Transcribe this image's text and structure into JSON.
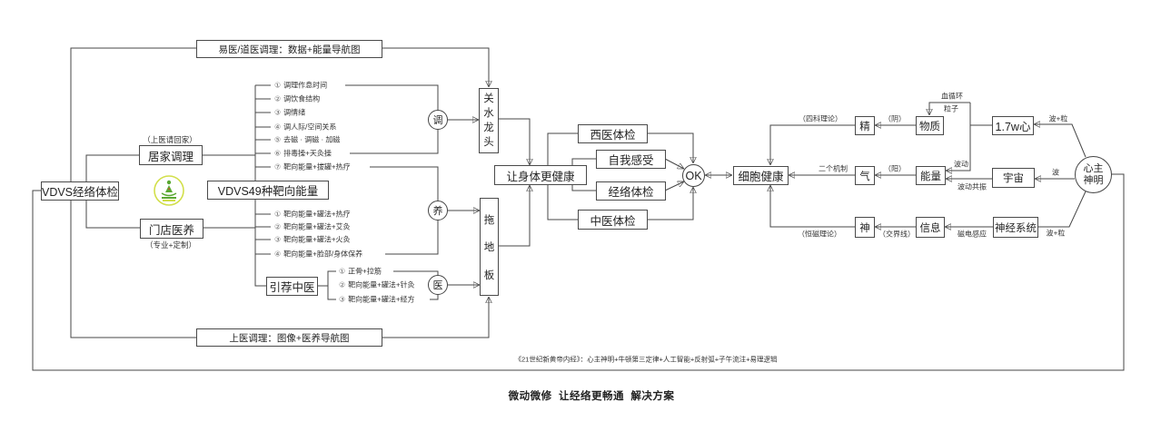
{
  "title": "微动微修  让经络更畅通  解决方案",
  "caption": "《21世纪新黄帝内经》：心主神明+牛顿第三定律+人工智能+反射弧+子午流注+易理逻辑",
  "colors": {
    "line": "#474747",
    "text": "#222222",
    "logo_ring": "#d2df4a",
    "logo_figure": "#5aa832"
  },
  "left": {
    "top_nav": "易医/道医调理：数据+能量导航图",
    "bottom_nav": "上医调理：图像+医养导航图",
    "vdvs_check": "VDVS经络体检",
    "home_care": {
      "label": "居家调理",
      "note": "（上医请回家）"
    },
    "store_care": {
      "label": "门店医养",
      "note": "（专业+定制）"
    },
    "logo_icon": "meditation-figure-logo",
    "vdvs49": "VDVS49种靶向能量",
    "referral": "引荐中医",
    "upper_items": [
      {
        "num": "①",
        "text": "调理作息时间"
      },
      {
        "num": "②",
        "text": "调饮食结构"
      },
      {
        "num": "③",
        "text": "调情绪"
      },
      {
        "num": "④",
        "text": "调人际/空间关系"
      },
      {
        "num": "⑤",
        "text": "去磁 · 调磁 · 加磁"
      },
      {
        "num": "⑥",
        "text": "排毒操+天灸操"
      },
      {
        "num": "⑦",
        "text": "靶向能量+拔罐+热疗"
      }
    ],
    "lower_items": [
      {
        "num": "①",
        "text": "靶向能量+罐法+热疗"
      },
      {
        "num": "②",
        "text": "靶向能量+罐法+艾灸"
      },
      {
        "num": "③",
        "text": "靶向能量+罐法+火灸"
      },
      {
        "num": "④",
        "text": "靶向能量+脸部/身体保养"
      }
    ],
    "tcm_items": [
      {
        "num": "①",
        "text": "正骨+拉筋"
      },
      {
        "num": "②",
        "text": "靶向能量+罐法+针灸"
      },
      {
        "num": "③",
        "text": "靶向能量+罐法+经方"
      }
    ],
    "hub_adjust": "调",
    "hub_nourish": "养",
    "hub_doctor": "医",
    "tap": [
      "关",
      "水",
      "龙",
      "头"
    ],
    "mop": [
      "拖",
      "地",
      "板"
    ],
    "healthier": "让身体更健康",
    "checks": {
      "western": "西医体检",
      "self": "自我感受",
      "meridian": "经络体检",
      "tcm": "中医体检"
    },
    "ok": "OK"
  },
  "right": {
    "cell_health": "细胞健康",
    "jing": "精",
    "qi": "气",
    "shen": "神",
    "matter": "物质",
    "energy": "能量",
    "info": "信息",
    "heart17": "1.7w心",
    "universe": "宇宙",
    "nervous": "神经系统",
    "heart_master": [
      "心主",
      "神明"
    ],
    "labels": {
      "four_theory": "（四科理论）",
      "yin": "（阴）",
      "yang": "（阳）",
      "two_mech": "二个机制",
      "constant_mag": "（恒磁理论）",
      "boundary": "（交界线）",
      "magnetoelectric": "磁电感应",
      "blood": "血循环",
      "particle": "粒子",
      "wave_motion": "波动",
      "wave_resonance": "波动共振",
      "wave_particle_top": "波+粒",
      "wave": "波",
      "wave_particle_bottom": "波+粒"
    }
  }
}
